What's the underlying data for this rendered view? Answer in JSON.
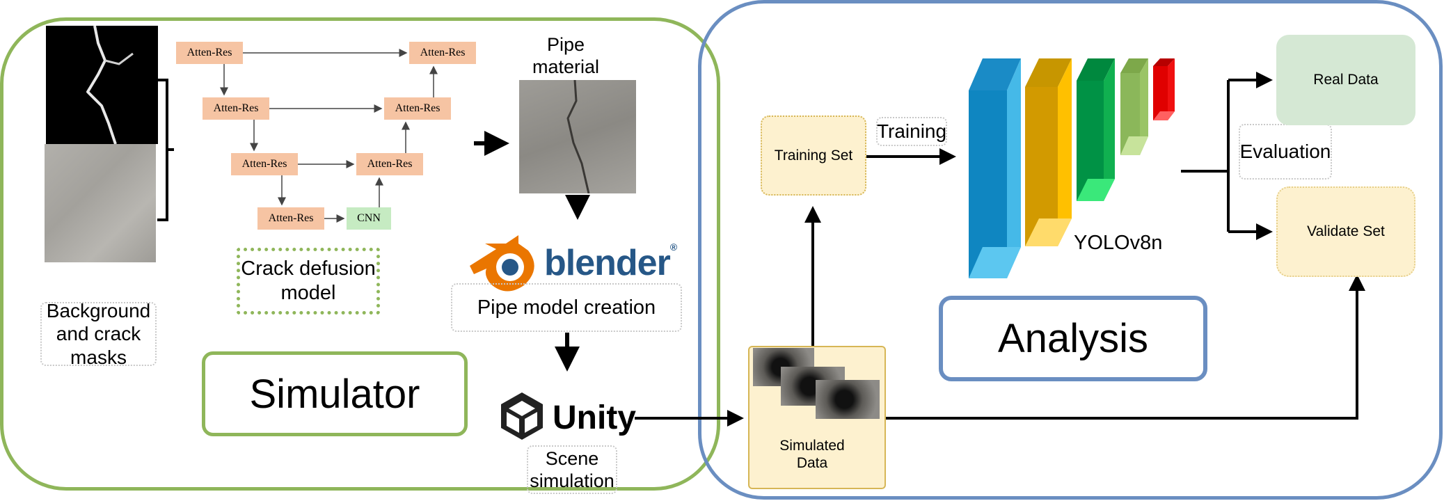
{
  "simulator": {
    "title": "Simulator",
    "bg_mask_label": "Background and crack masks",
    "diffusion_label": "Crack defusion model",
    "pipe_material_label": "Pipe material",
    "blender_label": "blender",
    "blender_trademark": "®",
    "pipe_model_label": "Pipe model creation",
    "unity_label": "Unity",
    "scene_label": "Scene simulation",
    "network": {
      "block_label": "Atten-Res",
      "cnn_label": "CNN"
    }
  },
  "analysis": {
    "title": "Analysis",
    "simulated_label": "Simulated Data",
    "training_set_label": "Training Set",
    "training_label": "Training",
    "yolo_label": "YOLOv8n",
    "evaluation_label": "Evaluation",
    "real_data_label": "Real Data",
    "validate_label": "Validate Set"
  },
  "colors": {
    "simulator_border": "#8fb65a",
    "analysis_border": "#6a8ec1",
    "block_fill": "#f6c4a3",
    "cnn_fill": "#c6ebc2",
    "yellow_box": "#fdf1cf",
    "green_box": "#d5e8d4",
    "blender_orange": "#ea7600",
    "blender_blue": "#265787"
  }
}
